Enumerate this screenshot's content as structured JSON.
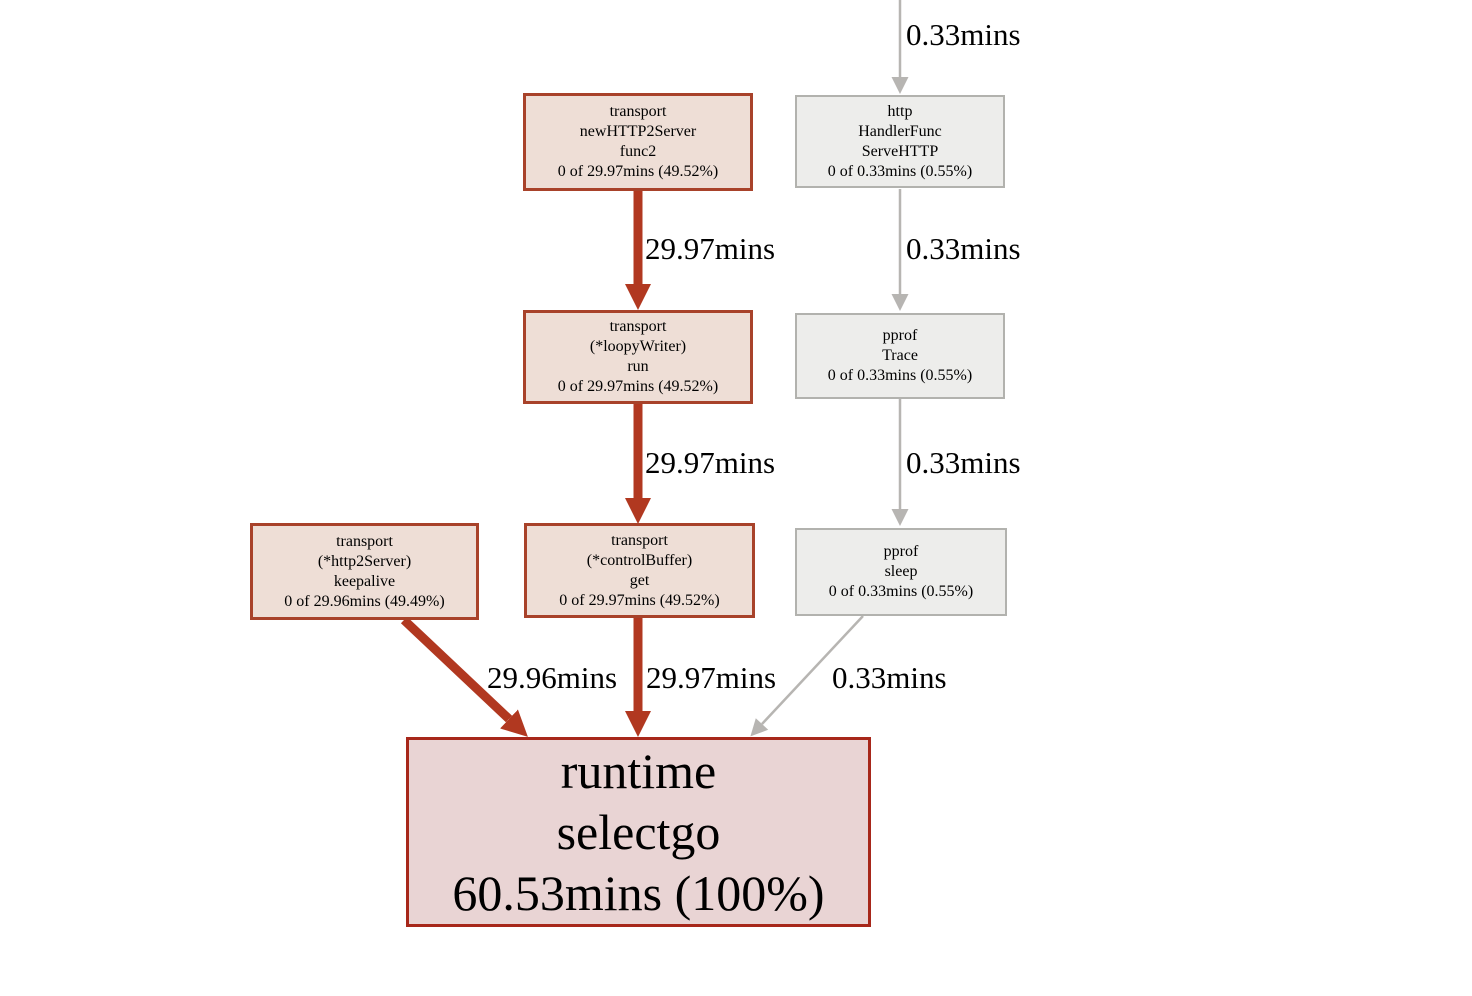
{
  "diagram": {
    "type": "pprof-callgraph",
    "colors": {
      "background": "#ffffff",
      "hot_border": "#a8422a",
      "hot_fill": "#eeded6",
      "root_border": "#a7271a",
      "root_fill": "#e9d4d4",
      "cold_border": "#b2b2ae",
      "cold_fill": "#ededeb",
      "hot_arrow": "#b13820",
      "cold_arrow": "#b7b5b2",
      "text": "#000000"
    },
    "nodes": [
      {
        "id": "transport.newHTTP2Server.func2",
        "lines": [
          "transport",
          "newHTTP2Server",
          "func2",
          "0 of 29.97mins (49.52%)"
        ]
      },
      {
        "id": "http.HandlerFunc.ServeHTTP",
        "lines": [
          "http",
          "HandlerFunc",
          "ServeHTTP",
          "0 of 0.33mins (0.55%)"
        ]
      },
      {
        "id": "transport.(*loopyWriter).run",
        "lines": [
          "transport",
          "(*loopyWriter)",
          "run",
          "0 of 29.97mins (49.52%)"
        ]
      },
      {
        "id": "pprof.Trace",
        "lines": [
          "pprof",
          "Trace",
          "0 of 0.33mins (0.55%)"
        ]
      },
      {
        "id": "transport.(*http2Server).keepalive",
        "lines": [
          "transport",
          "(*http2Server)",
          "keepalive",
          "0 of 29.96mins (49.49%)"
        ]
      },
      {
        "id": "transport.(*controlBuffer).get",
        "lines": [
          "transport",
          "(*controlBuffer)",
          "get",
          "0 of 29.97mins (49.52%)"
        ]
      },
      {
        "id": "pprof.sleep",
        "lines": [
          "pprof",
          "sleep",
          "0 of 0.33mins (0.55%)"
        ]
      },
      {
        "id": "runtime.selectgo",
        "lines": [
          "runtime",
          "selectgo",
          "60.53mins (100%)"
        ]
      }
    ],
    "edges": [
      {
        "label": "0.33mins",
        "from": null,
        "to": "http.HandlerFunc.ServeHTTP"
      },
      {
        "label": "29.97mins",
        "from": "transport.newHTTP2Server.func2",
        "to": "transport.(*loopyWriter).run"
      },
      {
        "label": "0.33mins",
        "from": "http.HandlerFunc.ServeHTTP",
        "to": "pprof.Trace"
      },
      {
        "label": "29.97mins",
        "from": "transport.(*loopyWriter).run",
        "to": "transport.(*controlBuffer).get"
      },
      {
        "label": "0.33mins",
        "from": "pprof.Trace",
        "to": "pprof.sleep"
      },
      {
        "label": "29.96mins",
        "from": "transport.(*http2Server).keepalive",
        "to": "runtime.selectgo"
      },
      {
        "label": "29.97mins",
        "from": "transport.(*controlBuffer).get",
        "to": "runtime.selectgo"
      },
      {
        "label": "0.33mins",
        "from": "pprof.sleep",
        "to": "runtime.selectgo"
      }
    ]
  }
}
